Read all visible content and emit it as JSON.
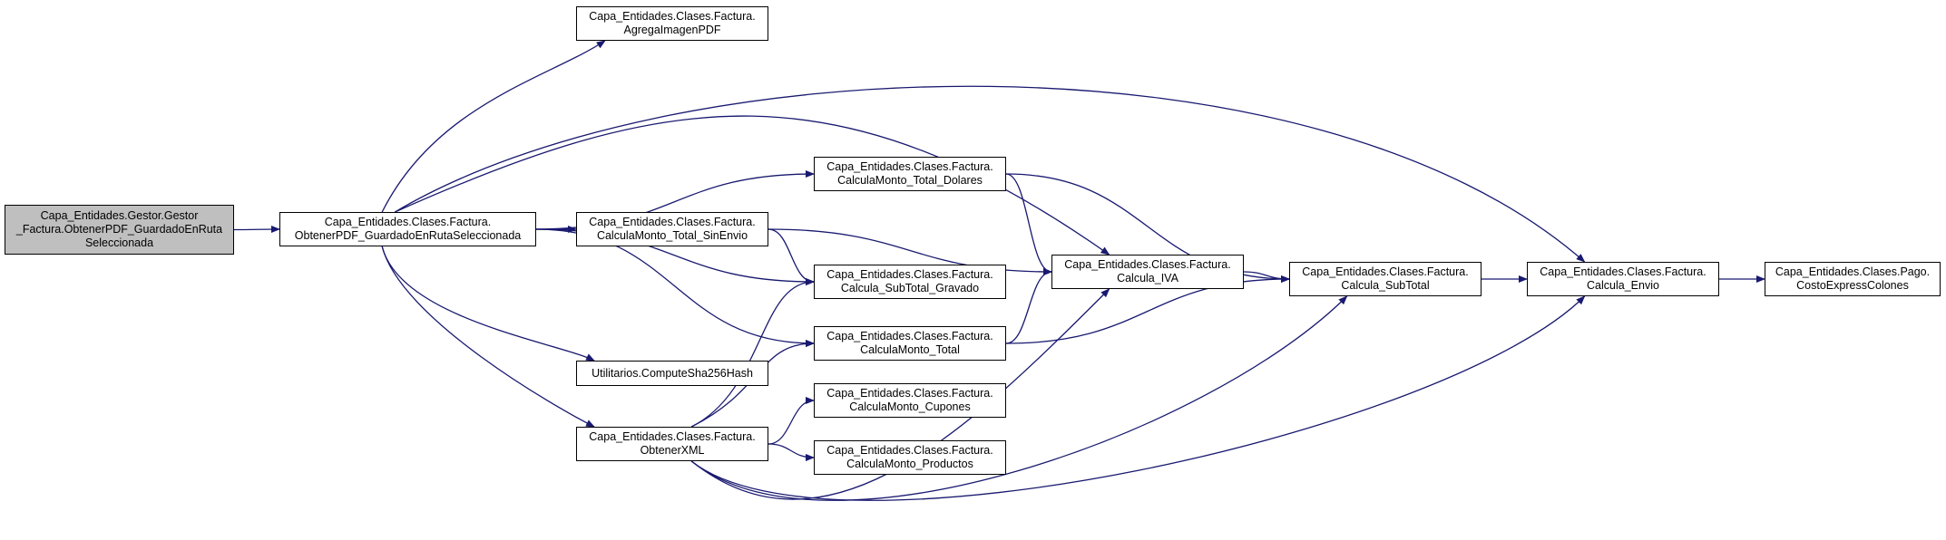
{
  "graph": {
    "colors": {
      "edge": "#191970",
      "root_fill": "#bfbfbf",
      "node_fill": "#ffffff",
      "node_border": "#000000"
    },
    "nodes": {
      "root": {
        "lines": [
          "Capa_Entidades.Gestor.Gestor",
          "_Factura.ObtenerPDF_GuardadoEnRuta",
          "Seleccionada"
        ]
      },
      "obtener_pdf": {
        "lines": [
          "Capa_Entidades.Clases.Factura.",
          "ObtenerPDF_GuardadoEnRutaSeleccionada"
        ]
      },
      "agrega_imagen": {
        "lines": [
          "Capa_Entidades.Clases.Factura.",
          "AgregaImagenPDF"
        ]
      },
      "monto_total_dolares": {
        "lines": [
          "Capa_Entidades.Clases.Factura.",
          "CalculaMonto_Total_Dolares"
        ]
      },
      "monto_total_sinenvio": {
        "lines": [
          "Capa_Entidades.Clases.Factura.",
          "CalculaMonto_Total_SinEnvio"
        ]
      },
      "subtotal_gravado": {
        "lines": [
          "Capa_Entidades.Clases.Factura.",
          "Calcula_SubTotal_Gravado"
        ]
      },
      "monto_total": {
        "lines": [
          "Capa_Entidades.Clases.Factura.",
          "CalculaMonto_Total"
        ]
      },
      "sha256": {
        "lines": [
          "Utilitarios.ComputeSha256Hash"
        ]
      },
      "obtener_xml": {
        "lines": [
          "Capa_Entidades.Clases.Factura.",
          "ObtenerXML"
        ]
      },
      "monto_cupones": {
        "lines": [
          "Capa_Entidades.Clases.Factura.",
          "CalculaMonto_Cupones"
        ]
      },
      "monto_productos": {
        "lines": [
          "Capa_Entidades.Clases.Factura.",
          "CalculaMonto_Productos"
        ]
      },
      "calcula_iva": {
        "lines": [
          "Capa_Entidades.Clases.Factura.",
          "Calcula_IVA"
        ]
      },
      "calcula_subtotal": {
        "lines": [
          "Capa_Entidades.Clases.Factura.",
          "Calcula_SubTotal"
        ]
      },
      "calcula_envio": {
        "lines": [
          "Capa_Entidades.Clases.Factura.",
          "Calcula_Envio"
        ]
      },
      "costo_express": {
        "lines": [
          "Capa_Entidades.Clases.Pago.",
          "CostoExpressColones"
        ]
      }
    },
    "edges": [
      [
        "root",
        "obtener_pdf"
      ],
      [
        "obtener_pdf",
        "agrega_imagen"
      ],
      [
        "obtener_pdf",
        "calcula_envio"
      ],
      [
        "obtener_pdf",
        "calcula_iva"
      ],
      [
        "obtener_pdf",
        "monto_total_dolares"
      ],
      [
        "obtener_pdf",
        "monto_total_sinenvio"
      ],
      [
        "obtener_pdf",
        "subtotal_gravado"
      ],
      [
        "obtener_pdf",
        "monto_total"
      ],
      [
        "obtener_pdf",
        "sha256"
      ],
      [
        "obtener_pdf",
        "obtener_xml"
      ],
      [
        "monto_total_dolares",
        "calcula_iva"
      ],
      [
        "monto_total_dolares",
        "calcula_subtotal"
      ],
      [
        "monto_total_sinenvio",
        "calcula_iva"
      ],
      [
        "monto_total_sinenvio",
        "subtotal_gravado"
      ],
      [
        "monto_total",
        "calcula_iva"
      ],
      [
        "monto_total",
        "calcula_subtotal"
      ],
      [
        "obtener_xml",
        "subtotal_gravado"
      ],
      [
        "obtener_xml",
        "monto_total"
      ],
      [
        "obtener_xml",
        "monto_cupones"
      ],
      [
        "obtener_xml",
        "monto_productos"
      ],
      [
        "obtener_xml",
        "calcula_iva"
      ],
      [
        "obtener_xml",
        "calcula_subtotal"
      ],
      [
        "obtener_xml",
        "calcula_envio"
      ],
      [
        "calcula_iva",
        "calcula_subtotal"
      ],
      [
        "calcula_subtotal",
        "calcula_envio"
      ],
      [
        "calcula_envio",
        "costo_express"
      ]
    ]
  }
}
